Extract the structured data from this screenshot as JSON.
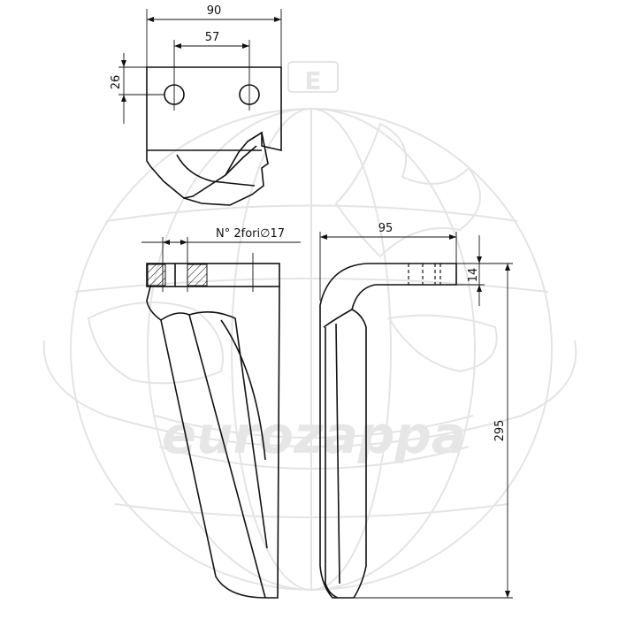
{
  "watermark": {
    "brand_text": "eurozappa",
    "badge_text": "E",
    "color": "#e4e4e4"
  },
  "dimensions": {
    "overall_width": "90",
    "hole_spacing": "57",
    "hole_height": "26",
    "holes_note": "N° 2fori∅17",
    "bend_reach": "95",
    "flange_thickness": "14",
    "blade_length": "295"
  },
  "colors": {
    "line": "#111111",
    "background": "#ffffff"
  }
}
